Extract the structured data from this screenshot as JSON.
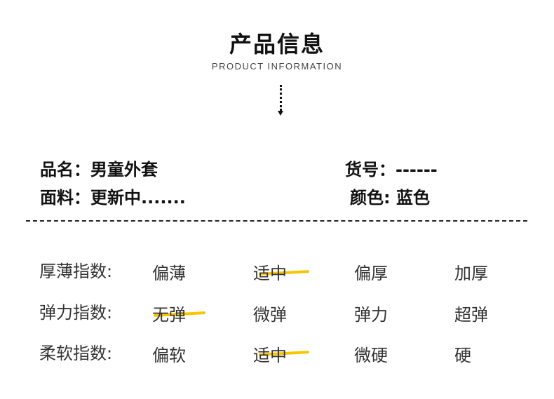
{
  "header": {
    "title": "产品信息",
    "subtitle": "PRODUCT INFORMATION",
    "arrow_icon": "dotted-down-arrow-icon"
  },
  "product": {
    "name_label": "品名：",
    "name_value": "男童外套",
    "sku_label": "货号：",
    "sku_value": "------",
    "fabric_label": "面料：",
    "fabric_value": "更新中.......",
    "color_label": "颜色:",
    "color_value": "蓝色"
  },
  "accent_color": "#f7c600",
  "ratings": [
    {
      "label": "厚薄指数:",
      "options": [
        "偏薄",
        "适中",
        "偏厚",
        "加厚"
      ],
      "selected": "适中"
    },
    {
      "label": "弹力指数:",
      "options": [
        "无弹",
        "微弹",
        "弹力",
        "超弹"
      ],
      "selected": "无弹"
    },
    {
      "label": "柔软指数:",
      "options": [
        "偏软",
        "适中",
        "微硬",
        "硬"
      ],
      "selected": "适中"
    }
  ]
}
